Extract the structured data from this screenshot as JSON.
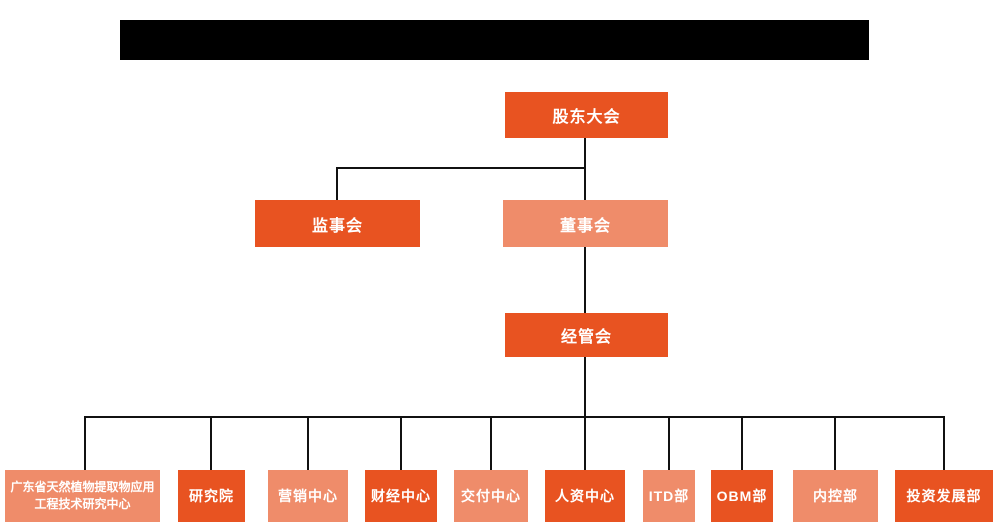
{
  "colors": {
    "node_dark": "#E85321",
    "node_light": "#EF8C6A",
    "connector": "#111111",
    "text": "#ffffff",
    "background": "#ffffff",
    "redacted_bar": "#000000"
  },
  "org_chart": {
    "root": {
      "label": "股东大会",
      "variant": "dark"
    },
    "level2": [
      {
        "label": "监事会",
        "variant": "dark"
      },
      {
        "label": "董事会",
        "variant": "light"
      }
    ],
    "level3": [
      {
        "label": "经管会",
        "variant": "dark"
      }
    ],
    "departments": [
      {
        "label": "广东省天然植物提取物应用工程技术研究中心",
        "variant": "light"
      },
      {
        "label": "研究院",
        "variant": "dark"
      },
      {
        "label": "营销中心",
        "variant": "light"
      },
      {
        "label": "财经中心",
        "variant": "dark"
      },
      {
        "label": "交付中心",
        "variant": "light"
      },
      {
        "label": "人资中心",
        "variant": "dark"
      },
      {
        "label": "ITD部",
        "variant": "light"
      },
      {
        "label": "OBM部",
        "variant": "dark"
      },
      {
        "label": "内控部",
        "variant": "light"
      },
      {
        "label": "投资发展部",
        "variant": "dark"
      }
    ]
  }
}
